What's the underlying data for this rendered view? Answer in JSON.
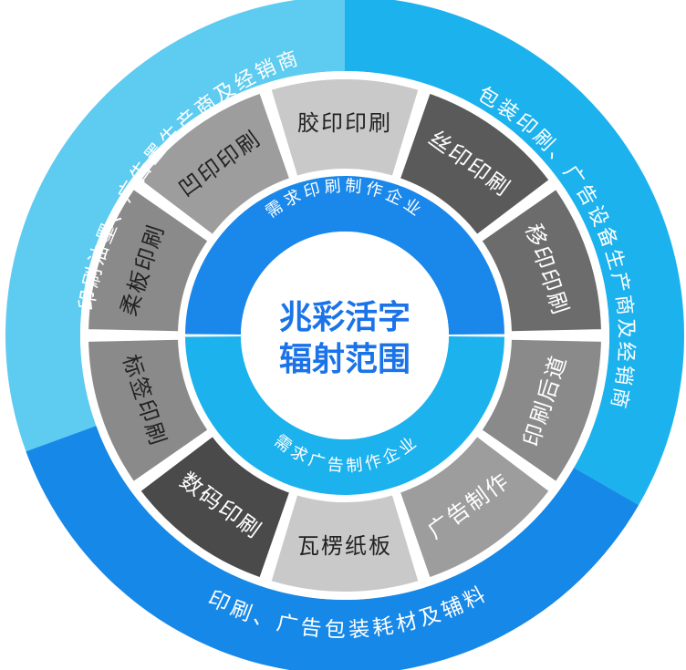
{
  "center": {
    "line1": "兆彩活字",
    "line2": "辐射范围"
  },
  "inner_ring": {
    "top": "需求印刷制作企业",
    "bottom": "需求广告制作企业"
  },
  "segments": [
    {
      "label": "胶印印刷",
      "color": "#c9c9c9",
      "text_color": "#222222"
    },
    {
      "label": "丝印印刷",
      "color": "#5a5a5a",
      "text_color": "#ffffff"
    },
    {
      "label": "移印印刷",
      "color": "#6c6c6c",
      "text_color": "#ffffff"
    },
    {
      "label": "印刷后道",
      "color": "#8a8a8a",
      "text_color": "#ffffff"
    },
    {
      "label": "广告制作",
      "color": "#9d9d9d",
      "text_color": "#ffffff"
    },
    {
      "label": "瓦楞纸板",
      "color": "#c9c9c9",
      "text_color": "#222222"
    },
    {
      "label": "数码印刷",
      "color": "#4a4a4a",
      "text_color": "#ffffff"
    },
    {
      "label": "标签印刷",
      "color": "#8a8a8a",
      "text_color": "#222222"
    },
    {
      "label": "柔板印刷",
      "color": "#8a8a8a",
      "text_color": "#222222"
    },
    {
      "label": "凹印印刷",
      "color": "#9d9d9d",
      "text_color": "#222222"
    }
  ],
  "outer_ring": {
    "top_left": "印刷油墨、广告墨生产商及经销商",
    "right": "包装印刷、广告设备生产商及经销商",
    "bottom": "印刷、广告包装耗材及辅料"
  },
  "colors": {
    "outer_light": "#5ecbf0",
    "outer_mid": "#1cb2ee",
    "outer_dark": "#1688e8",
    "inner_top": "#1a88ea",
    "inner_bottom": "#1cb2ee",
    "center_text": "#1a73e8"
  }
}
